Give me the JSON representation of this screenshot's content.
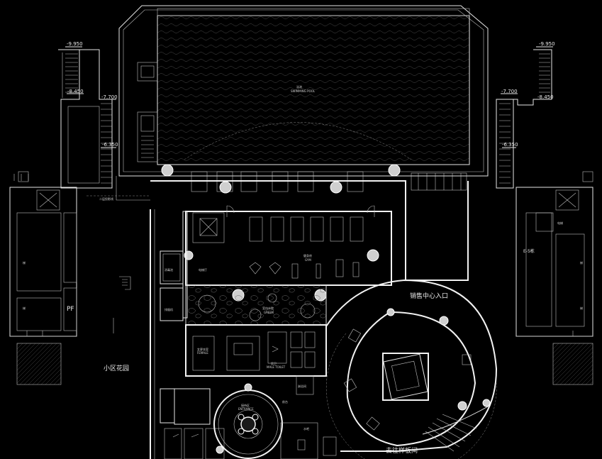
{
  "labels": {
    "pool_cn": "泳池",
    "pool_en": "SWIMMING POOL",
    "gym_cn": "健身房",
    "gym_en": "GYM",
    "garden_cn": "室内水院",
    "garden_en": "GREEN",
    "sales_entrance": "销售中心入口",
    "community_garden": "小区花园",
    "to_model_room": "去往样板间",
    "elevator_hall": "电梯厅",
    "room_a": "消毒池",
    "room_b": "排烟机",
    "female_cn": "女更衣室",
    "female_en": "FEMALE",
    "male_cn": "男卫",
    "male_en": "MALE TOILET",
    "lobby_cn": "接待区",
    "lobby_en": "ENTRANCE",
    "lounge": "淋浴间",
    "right_room": "E-5栋",
    "left_room_a": "电梯",
    "left_room_b": "梯",
    "left_code": "PF",
    "right_code": "电梯",
    "bar_label": "前台",
    "reception_label": "水吧"
  },
  "levels": {
    "left_top": "-9.950",
    "left_mid_a": "-8.450",
    "left_mid_b": "-7.700",
    "left_low": "-6.350",
    "right_top": "-9.950",
    "right_mid_a": "-7.700",
    "right_mid_b": "-8.450",
    "right_low": "-6.350"
  }
}
